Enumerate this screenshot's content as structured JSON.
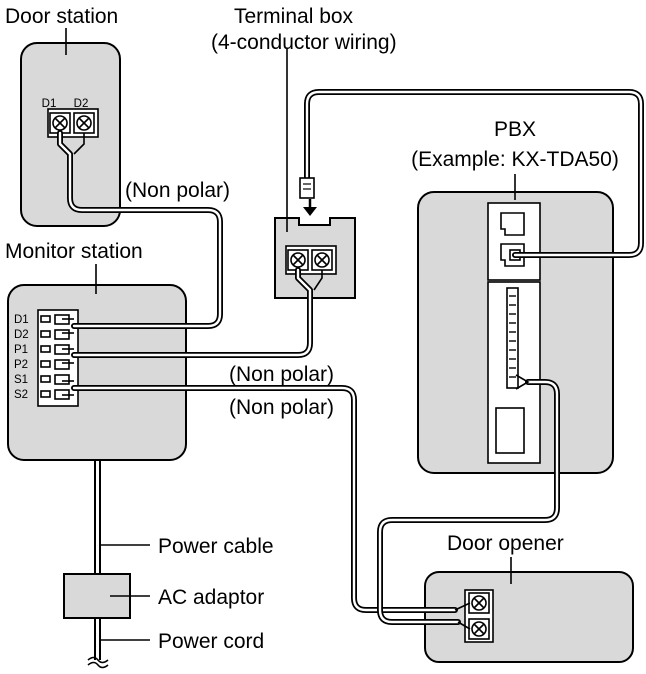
{
  "labels": {
    "door_station": "Door station",
    "terminal_box_line1": "Terminal box",
    "terminal_box_line2": "(4-conductor wiring)",
    "pbx": "PBX",
    "pbx_example": "(Example: KX-TDA50)",
    "monitor_station": "Monitor station",
    "non_polar_1": "(Non polar)",
    "non_polar_2": "(Non polar)",
    "non_polar_3": "(Non polar)",
    "door_opener": "Door opener",
    "power_cable": "Power cable",
    "ac_adaptor": "AC adaptor",
    "power_cord": "Power cord"
  },
  "door_station_terminals": [
    "D1",
    "D2"
  ],
  "monitor_terminals": [
    "D1",
    "D2",
    "P1",
    "P2",
    "S1",
    "S2"
  ],
  "icons": {
    "screw": "screw-terminal-icon",
    "jack": "modular-jack-icon",
    "plug": "modular-plug-icon",
    "arrow": "arrow-down-icon",
    "break": "cable-break-icon"
  }
}
